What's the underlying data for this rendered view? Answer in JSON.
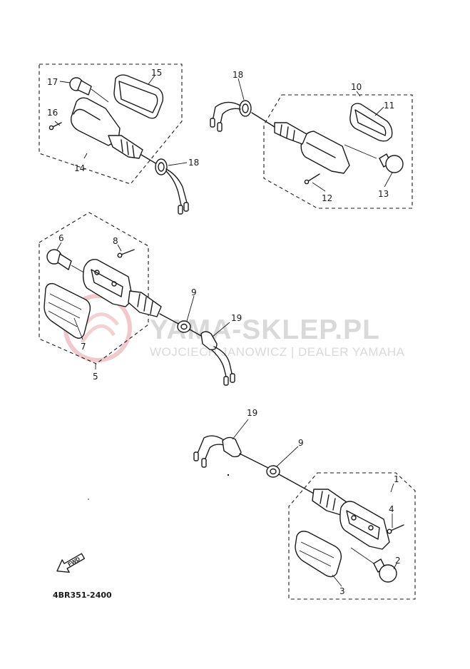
{
  "watermark": {
    "brand": "YAMA-SKLEP.PL",
    "tagline": "WOJCIECH JANOWICZ | DEALER YAMAHA",
    "logo_color": "#e7a3a8",
    "text_color": "#d9d9d9"
  },
  "diagram_code": "4BR351-2400",
  "direction_arrow": "FWD",
  "callouts": {
    "p1": "1",
    "p2": "2",
    "p3": "3",
    "p4": "4",
    "p5": "5",
    "p6": "6",
    "p7": "7",
    "p8": "8",
    "p9a": "9",
    "p9b": "9",
    "p10": "10",
    "p11": "11",
    "p12": "12",
    "p13": "13",
    "p14": "14",
    "p15": "15",
    "p16": "16",
    "p17": "17",
    "p18a": "18",
    "p18b": "18",
    "p19a": "19",
    "p19b": "19"
  }
}
